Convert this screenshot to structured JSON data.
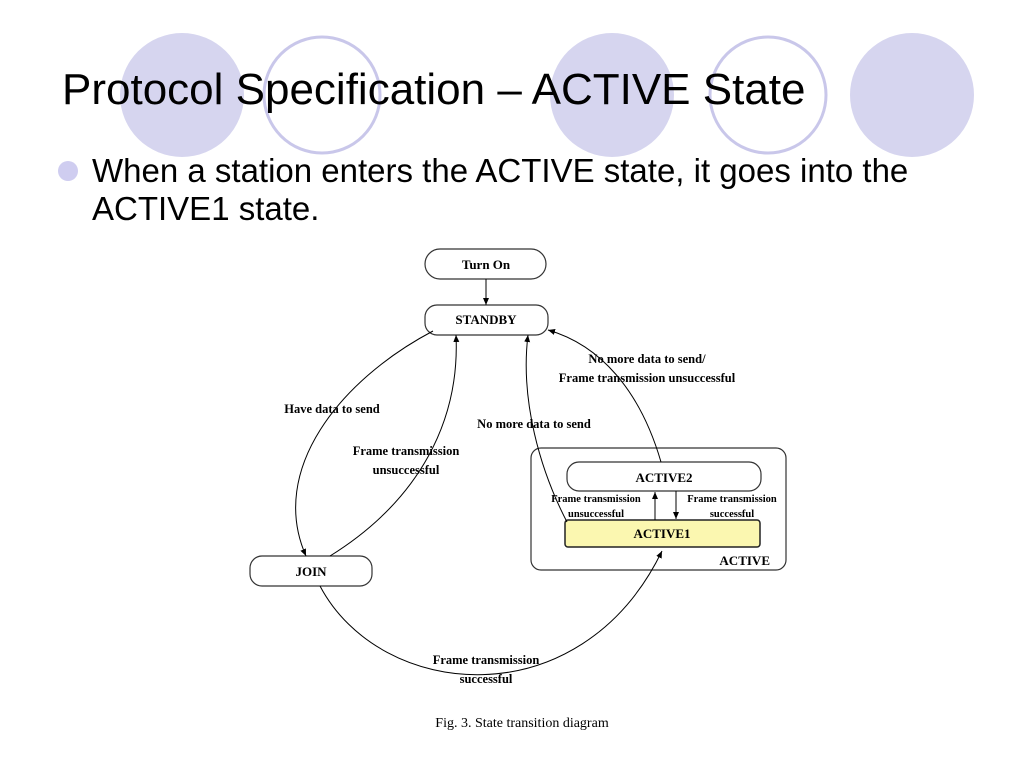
{
  "slide": {
    "title": "Protocol Specification – ACTIVE State",
    "bullet": "When a station enters the ACTIVE state, it goes into the ACTIVE1 state."
  },
  "theme": {
    "circle_fill": "#d6d5ef",
    "circle_stroke": "#c9c7ea",
    "highlight_fill": "#fbf7b0",
    "bullet_color": "#cfcdf0"
  },
  "diagram": {
    "states": {
      "turn_on": "Turn On",
      "standby": "STANDBY",
      "join": "JOIN",
      "active2": "ACTIVE2",
      "active1": "ACTIVE1",
      "active_group": "ACTIVE"
    },
    "transitions": {
      "have_data": "Have data to send",
      "join_fail_line1": "Frame transmission",
      "join_fail_line2": "unsuccessful",
      "no_more_data": "No more data to send",
      "a2_exit_line1": "No more data  to send/",
      "a2_exit_line2": "Frame transmission unsuccessful",
      "a1_to_a2_line1": "Frame transmission",
      "a1_to_a2_line2": "unsuccessful",
      "a2_to_a1_line1": "Frame transmission",
      "a2_to_a1_line2": "successful",
      "join_success_line1": "Frame transmission",
      "join_success_line2": "successful"
    },
    "caption": "Fig. 3.  State transition diagram"
  }
}
